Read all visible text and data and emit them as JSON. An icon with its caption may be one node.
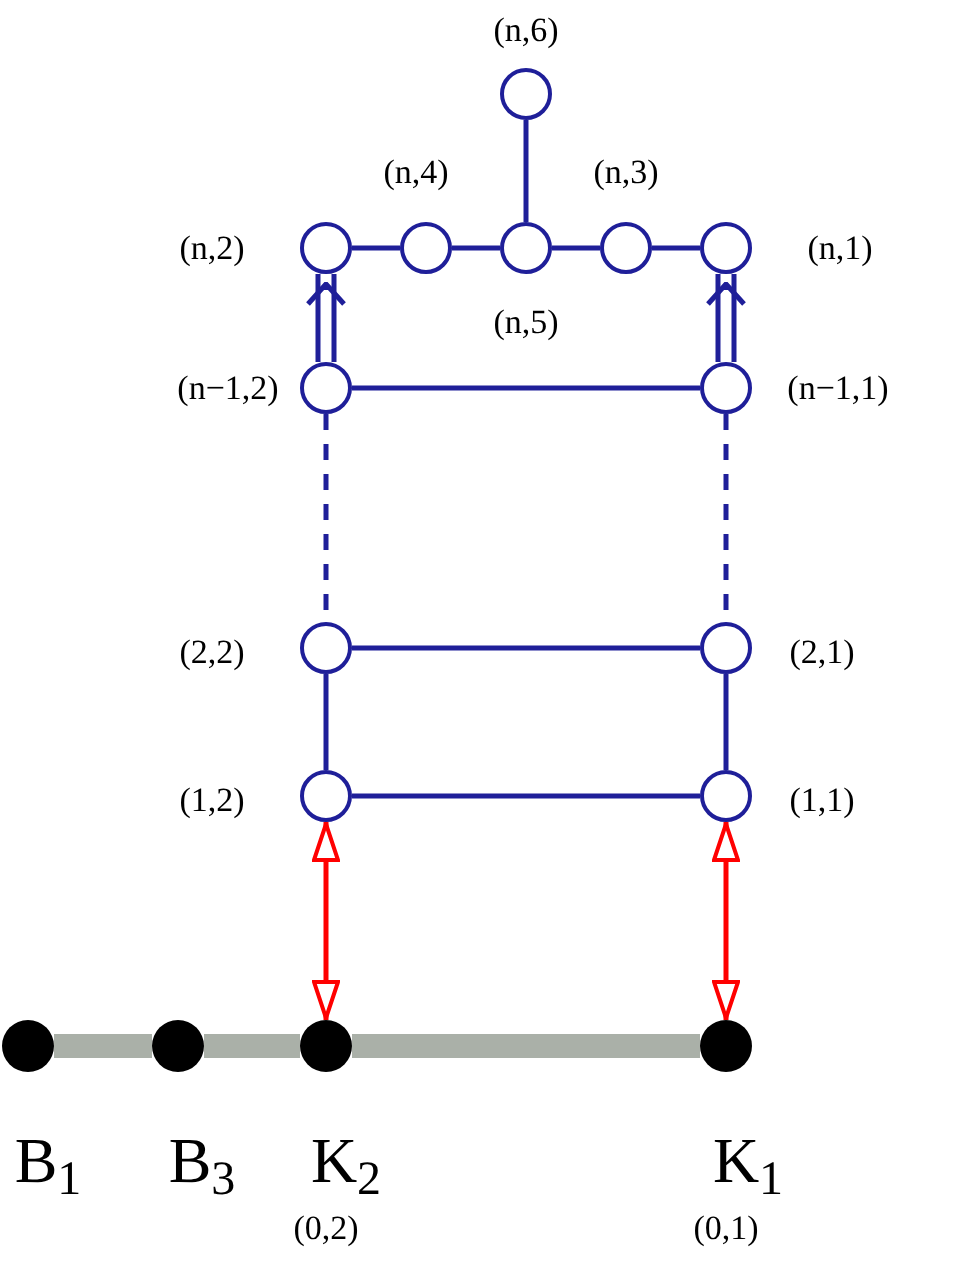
{
  "diagram": {
    "nodes": [
      {
        "text": [],
        "shape": "circle",
        "beside": [
          "(n,6)"
        ]
      },
      {
        "text": [],
        "shape": "circle",
        "beside": [
          "(n,2)"
        ]
      },
      {
        "text": [],
        "shape": "circle",
        "beside": [
          "(n,4)"
        ]
      },
      {
        "text": [],
        "shape": "circle",
        "beside": [
          "(n,5)"
        ]
      },
      {
        "text": [],
        "shape": "circle",
        "beside": [
          "(n,3)"
        ]
      },
      {
        "text": [],
        "shape": "circle",
        "beside": [
          "(n,1)"
        ]
      },
      {
        "text": [],
        "shape": "circle",
        "beside": [
          "(n−1,2)"
        ]
      },
      {
        "text": [],
        "shape": "circle",
        "beside": [
          "(n−1,1)"
        ]
      },
      {
        "text": [],
        "shape": "circle",
        "beside": [
          "(2,2)"
        ]
      },
      {
        "text": [],
        "shape": "circle",
        "beside": [
          "(2,1)"
        ]
      },
      {
        "text": [],
        "shape": "circle",
        "beside": [
          "(1,2)"
        ]
      },
      {
        "text": [],
        "shape": "circle",
        "beside": [
          "(1,1)"
        ]
      },
      {
        "text": [],
        "shape": "dot",
        "beside": [
          "B$_{1}$"
        ]
      },
      {
        "text": [],
        "shape": "dot",
        "beside": [
          "B$_{3}$"
        ]
      },
      {
        "text": [],
        "shape": "dot",
        "beside": [
          "K$_{2}$",
          "(0,2)"
        ]
      },
      {
        "text": [],
        "shape": "dot",
        "beside": [
          "K$_{1}$",
          "(0,1)"
        ]
      }
    ],
    "edges": [
      {
        "from": 0,
        "to": 3,
        "arrow": "none"
      },
      {
        "from": 1,
        "to": 2,
        "arrow": "none"
      },
      {
        "from": 2,
        "to": 3,
        "arrow": "none"
      },
      {
        "from": 3,
        "to": 4,
        "arrow": "none"
      },
      {
        "from": 4,
        "to": 5,
        "arrow": "none"
      },
      {
        "from": 6,
        "to": 1,
        "arrow": "to"
      },
      {
        "from": 7,
        "to": 5,
        "arrow": "to"
      },
      {
        "from": 6,
        "to": 7,
        "arrow": "none"
      },
      {
        "from": 6,
        "to": 8,
        "arrow": "none",
        "style": "dashed"
      },
      {
        "from": 7,
        "to": 9,
        "arrow": "none",
        "style": "dashed"
      },
      {
        "from": 8,
        "to": 9,
        "arrow": "none"
      },
      {
        "from": 8,
        "to": 10,
        "arrow": "none"
      },
      {
        "from": 9,
        "to": 11,
        "arrow": "none"
      },
      {
        "from": 10,
        "to": 11,
        "arrow": "none"
      },
      {
        "from": 10,
        "to": 14,
        "arrow": "both",
        "color": "#ff0000"
      },
      {
        "from": 11,
        "to": 15,
        "arrow": "both",
        "color": "#ff0000"
      },
      {
        "from": 12,
        "to": 13,
        "arrow": "none",
        "style": "thick",
        "color": "#aab0a8"
      },
      {
        "from": 13,
        "to": 14,
        "arrow": "none",
        "style": "thick",
        "color": "#aab0a8"
      },
      {
        "from": 14,
        "to": 15,
        "arrow": "none",
        "style": "thick",
        "color": "#aab0a8"
      }
    ]
  }
}
